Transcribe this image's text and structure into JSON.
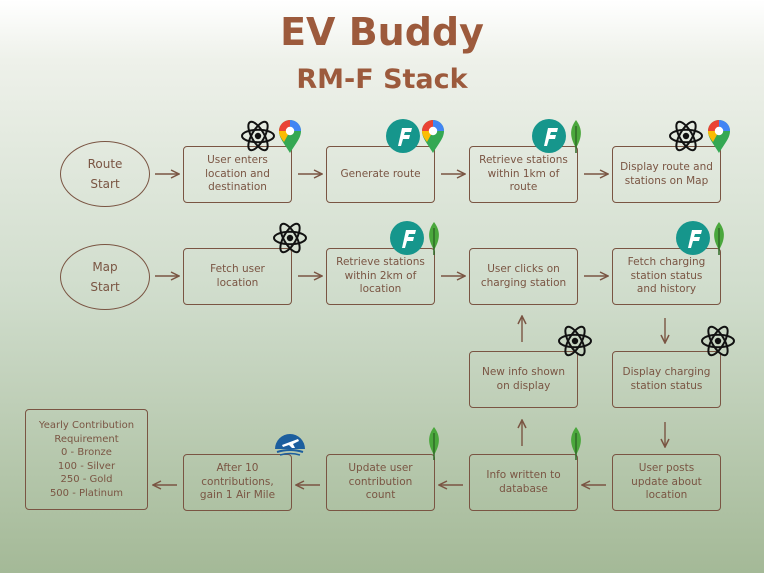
{
  "title": "EV Buddy",
  "subtitle": "RM-F Stack",
  "nodes": {
    "route_start": "Route\nStart",
    "user_enters": "User enters\nlocation and\ndestination",
    "generate_route": "Generate route",
    "retrieve_1km": "Retrieve stations\nwithin 1km of\nroute",
    "display_route": "Display route and\nstations on Map",
    "map_start": "Map\nStart",
    "fetch_location": "Fetch user\nlocation",
    "retrieve_2km": "Retrieve stations\nwithin 2km of\nlocation",
    "user_clicks": "User clicks on\ncharging station",
    "fetch_status": "Fetch charging\nstation status\nand history",
    "new_info": "New info shown\non display",
    "display_status": "Display charging\nstation status",
    "user_posts": "User posts\nupdate about\nlocation",
    "info_written": "Info written to\ndatabase",
    "update_contribution": "Update user\ncontribution\ncount",
    "air_mile": "After 10\ncontributions,\ngain 1 Air Mile",
    "yearly": "Yearly Contribution\nRequirement\n0 - Bronze\n100 - Silver\n250 - Gold\n500 - Platinum"
  },
  "icons": [
    "react-icon",
    "google-maps-icon",
    "flask-icon",
    "mongodb-leaf-icon",
    "air-miles-icon"
  ],
  "colors": {
    "title": "#9c5a3c",
    "box": "#7a5543",
    "react": "#111111",
    "flask": "#16968c",
    "mongo": "#4aa73c",
    "airmiles": "#1c5e9e"
  }
}
